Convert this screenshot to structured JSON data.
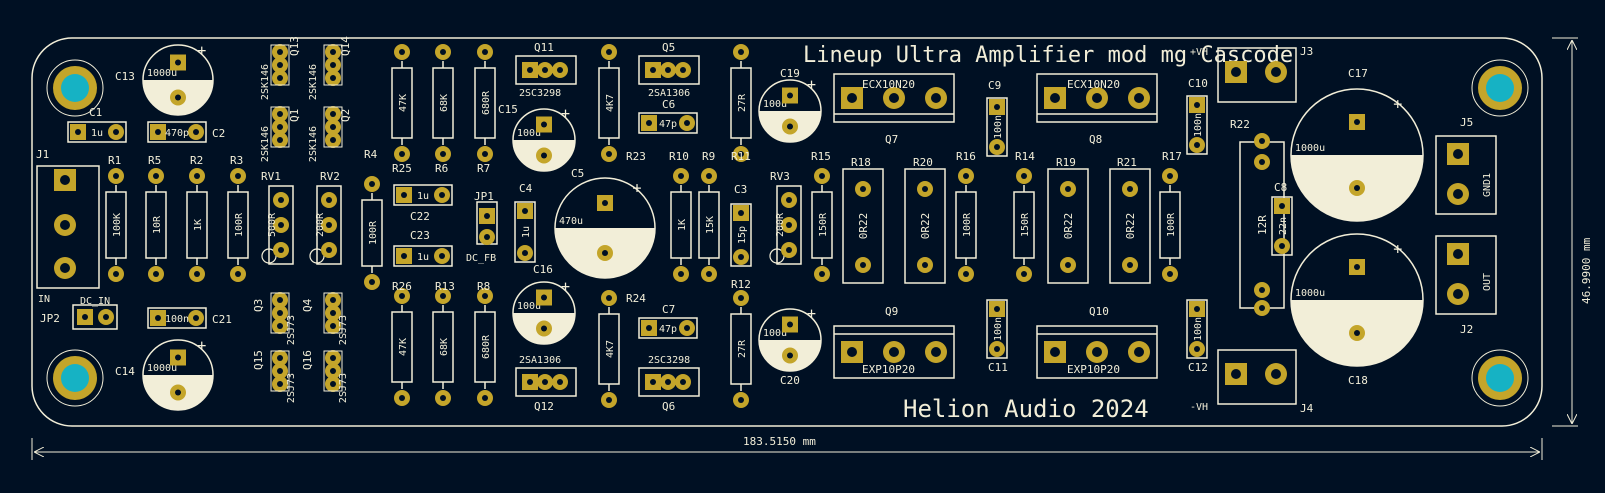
{
  "board": {
    "title": "Lineup Ultra Amplifier mod mg Cascode",
    "footer": "Helion Audio 2024",
    "dim_width": "183.5150 mm",
    "dim_height": "46.9900 mm"
  },
  "colors": {
    "background": "#001023",
    "silk": "#f2eed8",
    "pad": "#c4a52a",
    "pad_hole": "#001023",
    "mount": "#16b2c4"
  },
  "components": [
    {
      "ref": "C13",
      "value": "1000u",
      "kind": "ecap"
    },
    {
      "ref": "C14",
      "value": "1000u",
      "kind": "ecap"
    },
    {
      "ref": "C1",
      "value": "1u",
      "kind": "cap"
    },
    {
      "ref": "C2",
      "value": "470p",
      "kind": "cap"
    },
    {
      "ref": "C21",
      "value": "100n",
      "kind": "cap"
    },
    {
      "ref": "J1",
      "value": "IN",
      "kind": "conn3"
    },
    {
      "ref": "JP2",
      "value": "DC_IN",
      "kind": "jumper"
    },
    {
      "ref": "R1",
      "value": "100K",
      "kind": "res"
    },
    {
      "ref": "R5",
      "value": "10R",
      "kind": "res"
    },
    {
      "ref": "R2",
      "value": "1K",
      "kind": "res"
    },
    {
      "ref": "R3",
      "value": "100R",
      "kind": "res"
    },
    {
      "ref": "RV1",
      "value": "500R",
      "kind": "trim"
    },
    {
      "ref": "RV2",
      "value": "200R",
      "kind": "trim"
    },
    {
      "ref": "Q13",
      "value": "2SK146",
      "kind": "tr"
    },
    {
      "ref": "Q14",
      "value": "2SK146",
      "kind": "tr"
    },
    {
      "ref": "Q1",
      "value": "2SK146",
      "kind": "tr"
    },
    {
      "ref": "Q2",
      "value": "2SK146",
      "kind": "tr"
    },
    {
      "ref": "Q3",
      "value": "2SJ73",
      "kind": "tr"
    },
    {
      "ref": "Q4",
      "value": "2SJ73",
      "kind": "tr"
    },
    {
      "ref": "Q15",
      "value": "2SJ73",
      "kind": "tr"
    },
    {
      "ref": "Q16",
      "value": "2SJ73",
      "kind": "tr"
    },
    {
      "ref": "R4",
      "value": "100R",
      "kind": "res"
    },
    {
      "ref": "R25",
      "value": "47K",
      "kind": "res"
    },
    {
      "ref": "R6",
      "value": "68K",
      "kind": "res"
    },
    {
      "ref": "R7",
      "value": "680R",
      "kind": "res"
    },
    {
      "ref": "C22",
      "value": "1u",
      "kind": "cap"
    },
    {
      "ref": "C23",
      "value": "1u",
      "kind": "cap"
    },
    {
      "ref": "JP1",
      "value": "DC_FB",
      "kind": "jumper"
    },
    {
      "ref": "R26",
      "value": "47K",
      "kind": "res"
    },
    {
      "ref": "R13",
      "value": "68K",
      "kind": "res"
    },
    {
      "ref": "R8",
      "value": "680R",
      "kind": "res"
    },
    {
      "ref": "Q11",
      "value": "2SC3298",
      "kind": "to126"
    },
    {
      "ref": "Q12",
      "value": "2SA1306",
      "kind": "to126"
    },
    {
      "ref": "C15",
      "value": "100u",
      "kind": "ecap"
    },
    {
      "ref": "C16",
      "value": "100u",
      "kind": "ecap"
    },
    {
      "ref": "C4",
      "value": "1u",
      "kind": "cap"
    },
    {
      "ref": "C5",
      "value": "470u",
      "kind": "ecap"
    },
    {
      "ref": "R23",
      "value": "4K7",
      "kind": "res"
    },
    {
      "ref": "R24",
      "value": "4K7",
      "kind": "res"
    },
    {
      "ref": "Q5",
      "value": "2SA1306",
      "kind": "to126"
    },
    {
      "ref": "Q6",
      "value": "2SC3298",
      "kind": "to126"
    },
    {
      "ref": "C6",
      "value": "47p",
      "kind": "cap"
    },
    {
      "ref": "C7",
      "value": "47p",
      "kind": "cap"
    },
    {
      "ref": "R10",
      "value": "1K",
      "kind": "res"
    },
    {
      "ref": "R9",
      "value": "15K",
      "kind": "res"
    },
    {
      "ref": "R11",
      "value": "27R",
      "kind": "res"
    },
    {
      "ref": "R12",
      "value": "27R",
      "kind": "res"
    },
    {
      "ref": "C3",
      "value": "15p",
      "kind": "cap"
    },
    {
      "ref": "RV3",
      "value": "200R",
      "kind": "trim"
    },
    {
      "ref": "C19",
      "value": "100u",
      "kind": "ecap"
    },
    {
      "ref": "C20",
      "value": "100u",
      "kind": "ecap"
    },
    {
      "ref": "Q7",
      "value": "ECX10N20",
      "kind": "to3p"
    },
    {
      "ref": "Q8",
      "value": "ECX10N20",
      "kind": "to3p"
    },
    {
      "ref": "Q9",
      "value": "EXP10P20",
      "kind": "to3p"
    },
    {
      "ref": "Q10",
      "value": "EXP10P20",
      "kind": "to3p"
    },
    {
      "ref": "R15",
      "value": "150R",
      "kind": "res"
    },
    {
      "ref": "R18",
      "value": "0R22",
      "kind": "res"
    },
    {
      "ref": "R20",
      "value": "0R22",
      "kind": "res"
    },
    {
      "ref": "R16",
      "value": "100R",
      "kind": "res"
    },
    {
      "ref": "R14",
      "value": "150R",
      "kind": "res"
    },
    {
      "ref": "R19",
      "value": "0R22",
      "kind": "res"
    },
    {
      "ref": "R21",
      "value": "0R22",
      "kind": "res"
    },
    {
      "ref": "R17",
      "value": "100R",
      "kind": "res"
    },
    {
      "ref": "C9",
      "value": "100n",
      "kind": "cap"
    },
    {
      "ref": "C10",
      "value": "100n",
      "kind": "cap"
    },
    {
      "ref": "C11",
      "value": "100n",
      "kind": "cap"
    },
    {
      "ref": "C12",
      "value": "100n",
      "kind": "cap"
    },
    {
      "ref": "J3",
      "value": "+VH",
      "kind": "conn2"
    },
    {
      "ref": "J4",
      "value": "-VH",
      "kind": "conn2"
    },
    {
      "ref": "R22",
      "value": "12R",
      "kind": "res"
    },
    {
      "ref": "C8",
      "value": "22n",
      "kind": "cap"
    },
    {
      "ref": "C17",
      "value": "1000u",
      "kind": "ecap"
    },
    {
      "ref": "C18",
      "value": "1000u",
      "kind": "ecap"
    },
    {
      "ref": "J5",
      "value": "GND1",
      "kind": "conn2"
    },
    {
      "ref": "J2",
      "value": "OUT",
      "kind": "conn2"
    }
  ]
}
